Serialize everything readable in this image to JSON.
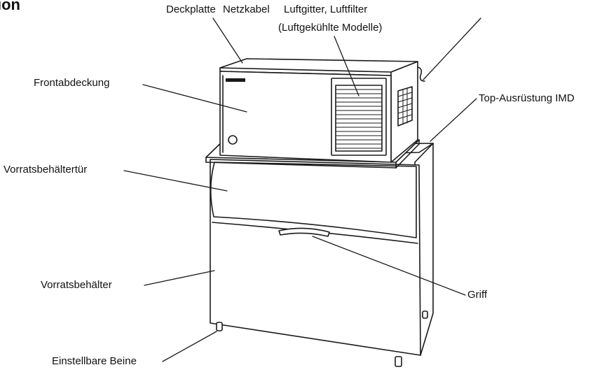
{
  "heading_fragment": "ion",
  "labels": {
    "top_cover": "Deckplatte",
    "power_cord": "Netzkabel",
    "air_grille": "Luftgitter, Luftfilter",
    "air_cooled_models": "(Luftgekühlte Modelle)",
    "front_cover": "Frontabdeckung",
    "top_kit": "Top-Ausrüstung IMD",
    "bin_door": "Vorratsbehältertür",
    "bin": "Vorratsbehälter",
    "handle": "Griff",
    "adjustable_legs": "Einstellbare Beine"
  },
  "colors": {
    "line": "#1a1a1a",
    "fill": "#ffffff",
    "text": "#111111"
  }
}
